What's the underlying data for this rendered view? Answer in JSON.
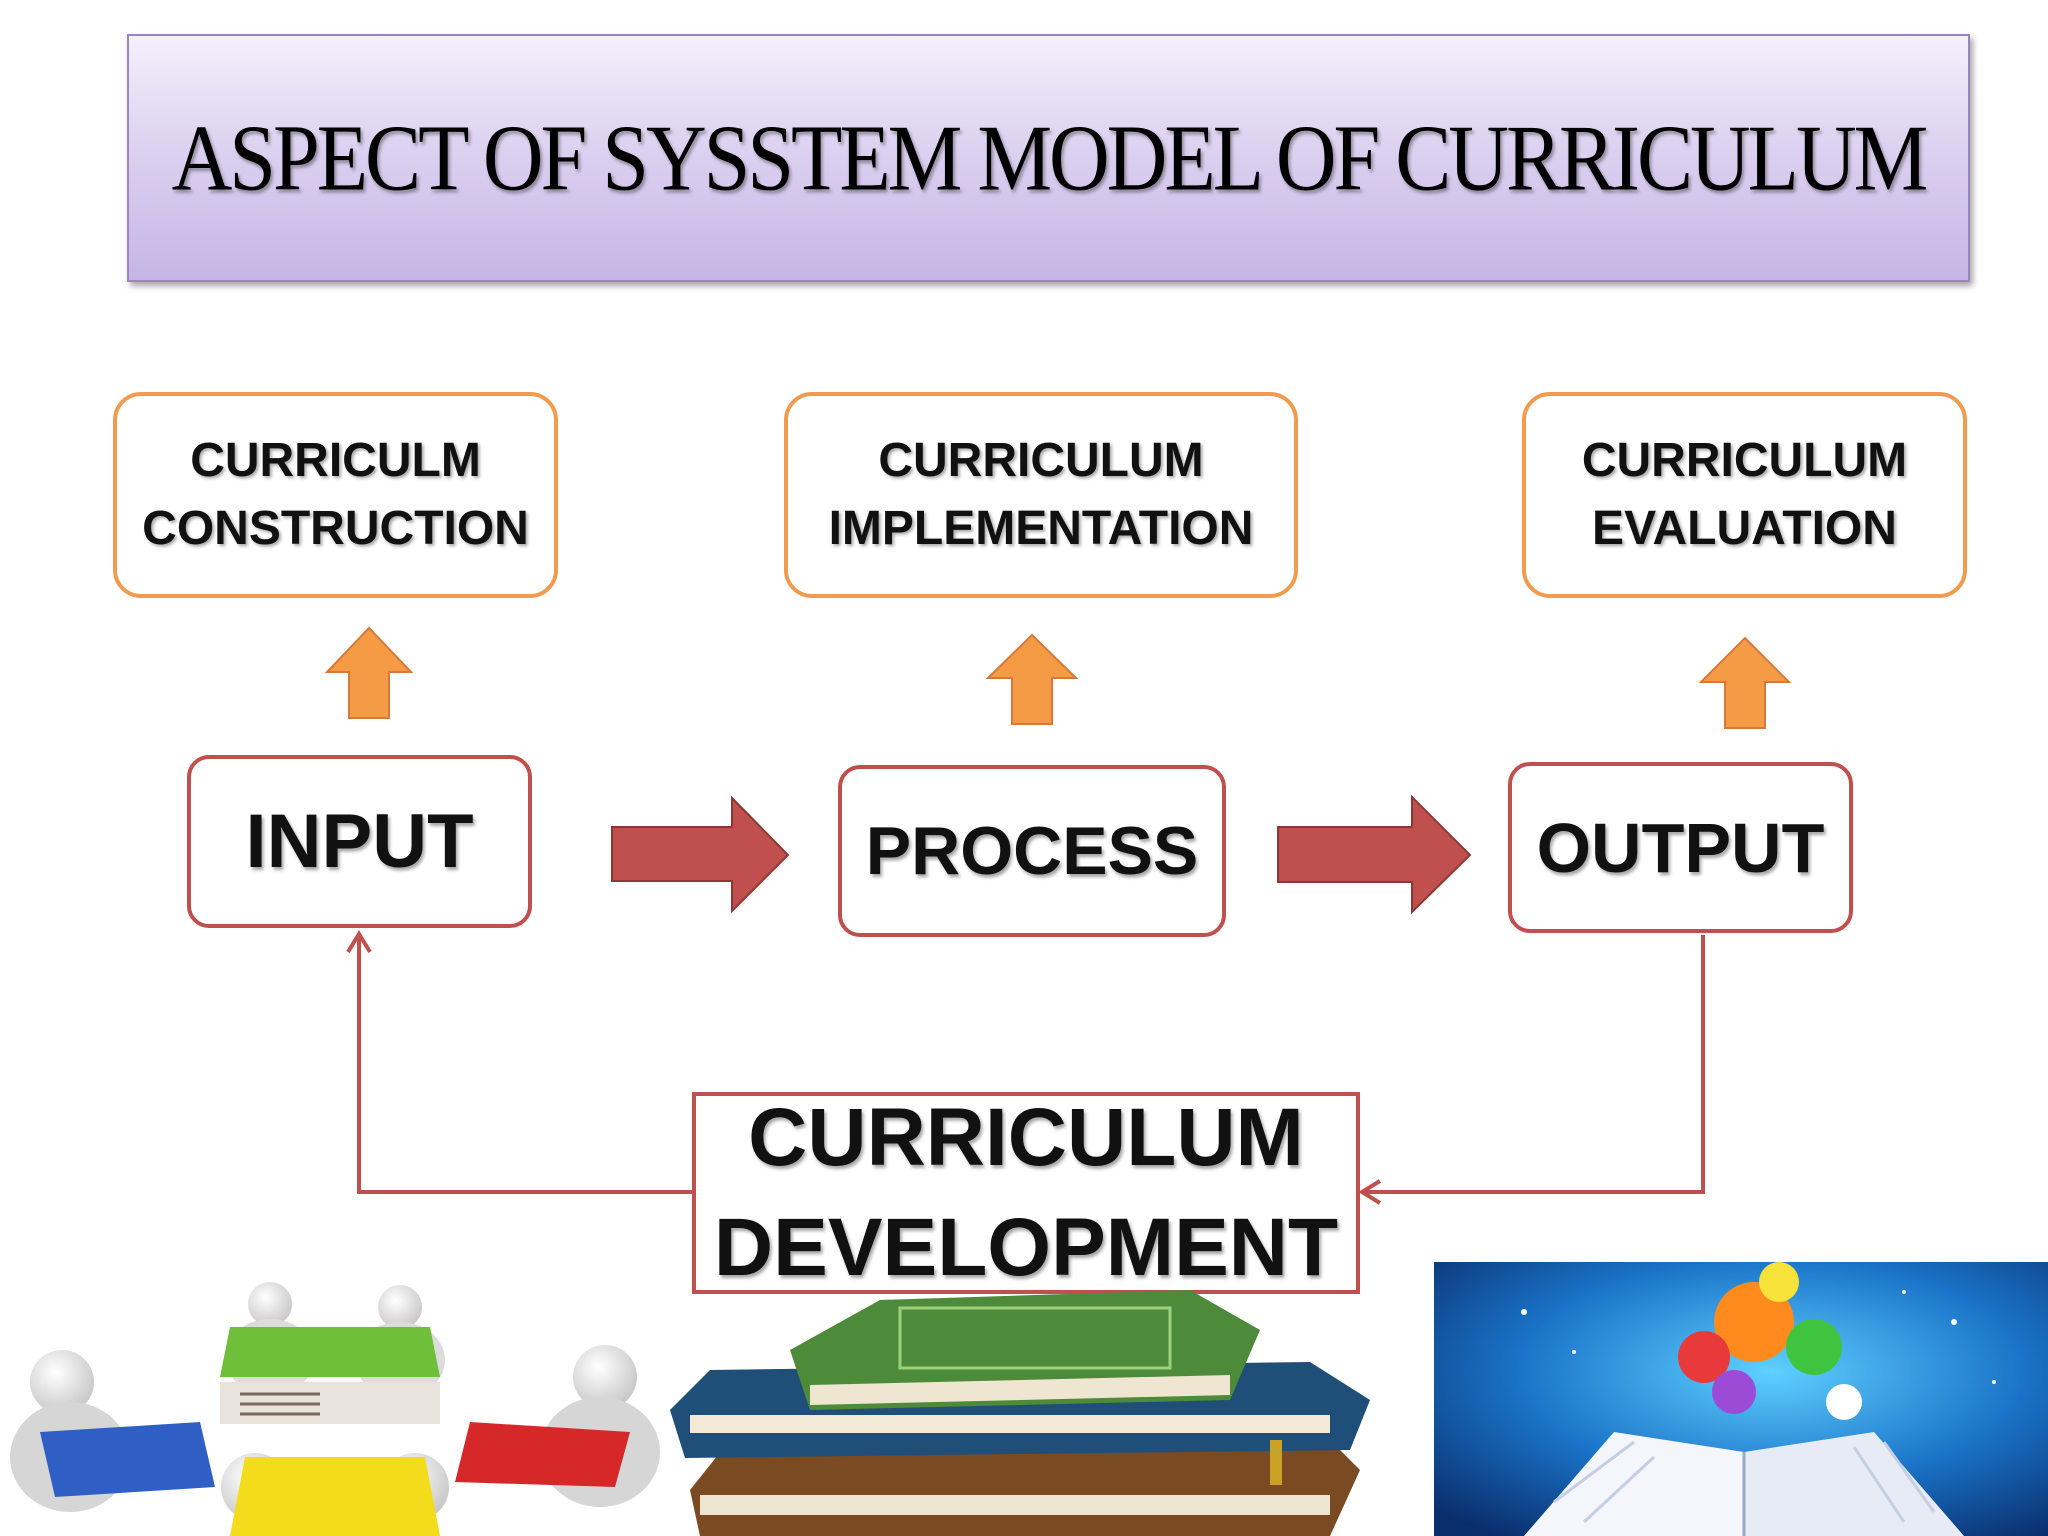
{
  "title": "ASPECT OF SYSSTEM MODEL OF CURRICULUM",
  "top_boxes": {
    "construction": {
      "line1": "CURRICULM",
      "line2": "CONSTRUCTION"
    },
    "implementation": {
      "line1": "CURRICULUM",
      "line2": "IMPLEMENTATION"
    },
    "evaluation": {
      "line1": "CURRICULUM",
      "line2": "EVALUATION"
    }
  },
  "main_boxes": {
    "input": "INPUT",
    "process": "PROCESS",
    "output": "OUTPUT"
  },
  "development": {
    "line1": "CURRICULUM",
    "line2": "DEVELOPMENT"
  },
  "colors": {
    "orange_border": "#f19b4e",
    "orange_arrow": "#f59b45",
    "red_border": "#c0504d",
    "red_arrow": "#c0504d",
    "title_gradient_top": "#f4f0fb",
    "title_gradient_bottom": "#c5b5e6"
  },
  "images": [
    {
      "name": "puzzle-people-illustration"
    },
    {
      "name": "books-stack-illustration"
    },
    {
      "name": "open-book-knowledge-illustration"
    }
  ]
}
